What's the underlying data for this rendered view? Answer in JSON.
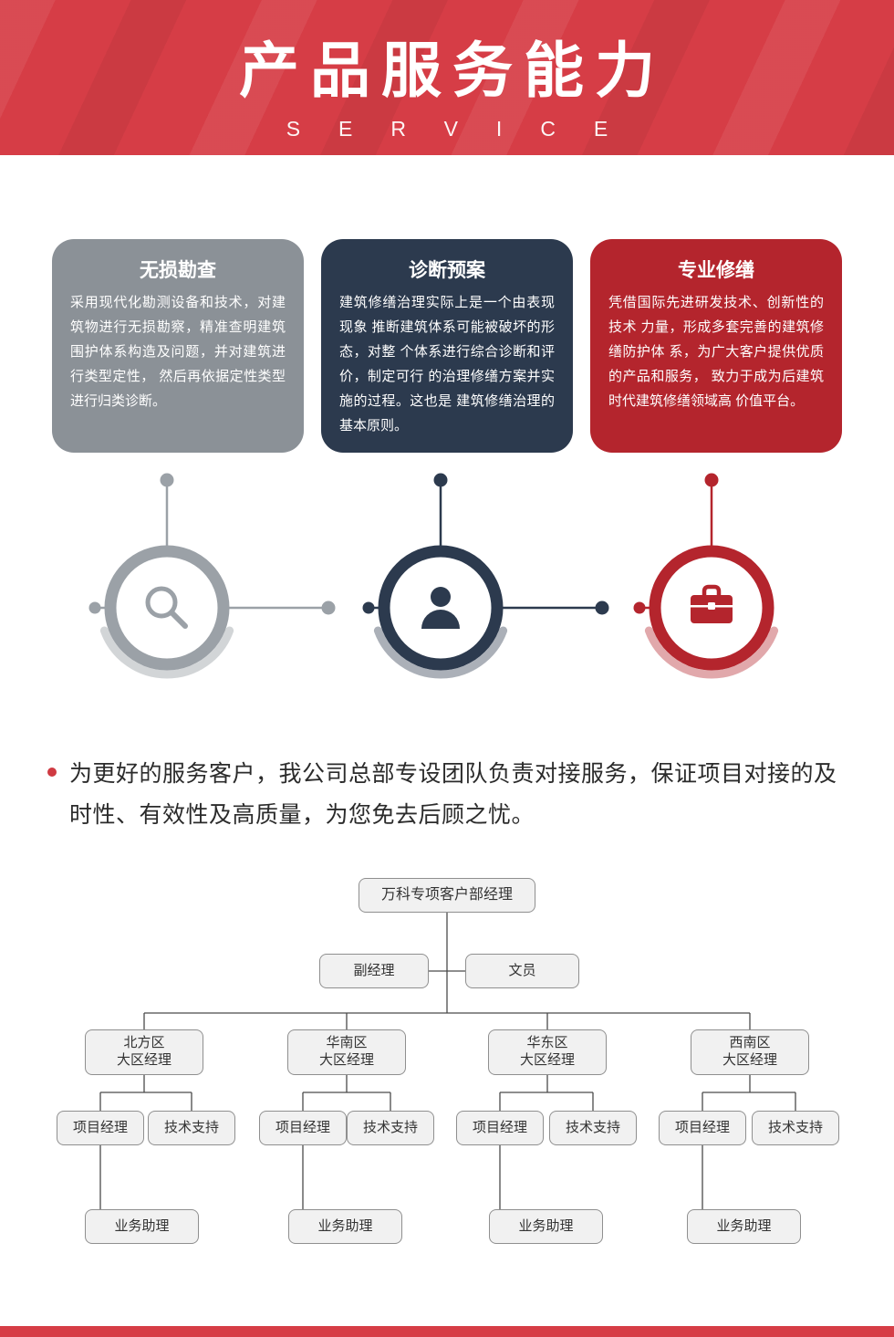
{
  "colors": {
    "banner_red": "#d63d46",
    "card_gray": "#8b9197",
    "card_dark": "#2c3a4e",
    "card_red": "#b4252d",
    "org_box_fill": "#f1f1f1",
    "org_line": "#4a4a4a"
  },
  "header": {
    "title": "产品服务能力",
    "subtitle": "SERVICE"
  },
  "cards": [
    {
      "title": "无损勘查",
      "body": "采用现代化勘测设备和技术，对建筑物进行无损勘察，精准查明建筑围护体系构造及问题，并对建筑进行类型定性， 然后再依据定性类型进行归类诊断。"
    },
    {
      "title": "诊断预案",
      "body": "建筑修缮治理实际上是一个由表现现象 推断建筑体系可能被破坏的形态，对整 个体系进行综合诊断和评价，制定可行 的治理修缮方案并实施的过程。这也是 建筑修缮治理的基本原则。"
    },
    {
      "title": "专业修缮",
      "body": "凭借国际先进研发技术、创新性的技术 力量，形成多套完善的建筑修缮防护体 系，为广大客户提供优质的产品和服务， 致力于成为后建筑时代建筑修缮领域高 价值平台。"
    }
  ],
  "icons": [
    {
      "name": "magnifier-icon"
    },
    {
      "name": "person-icon"
    },
    {
      "name": "briefcase-icon"
    }
  ],
  "note": "为更好的服务客户，我公司总部专设团队负责对接服务，保证项目对接的及时性、有效性及高质量，为您免去后顾之忧。",
  "org": {
    "root": "万科专项客户部经理",
    "deputy": "副经理",
    "clerk": "文员",
    "regions": [
      {
        "line1": "北方区",
        "line2": "大区经理",
        "pm": "项目经理",
        "ts": "技术支持",
        "assistant": "业务助理"
      },
      {
        "line1": "华南区",
        "line2": "大区经理",
        "pm": "项目经理",
        "ts": "技术支持",
        "assistant": "业务助理"
      },
      {
        "line1": "华东区",
        "line2": "大区经理",
        "pm": "项目经理",
        "ts": "技术支持",
        "assistant": "业务助理"
      },
      {
        "line1": "西南区",
        "line2": "大区经理",
        "pm": "项目经理",
        "ts": "技术支持",
        "assistant": "业务助理"
      }
    ]
  }
}
